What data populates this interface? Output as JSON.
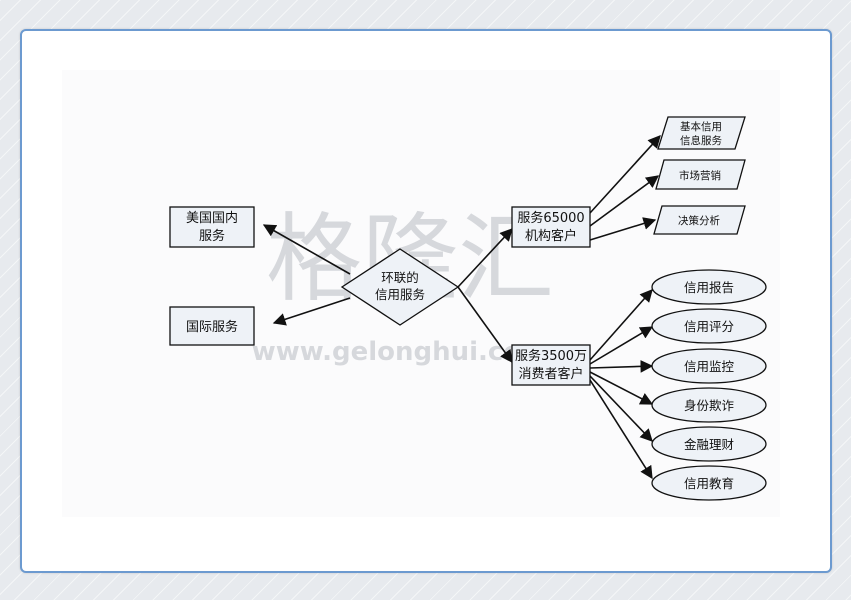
{
  "watermark": {
    "text_cn": "格隆汇",
    "text_url": "www.gelonghui.com"
  },
  "diagram": {
    "center": "环联的\n信用服务",
    "left_nodes": [
      "美国国内\n服务",
      "国际服务"
    ],
    "institutional": "服务65000\n机构客户",
    "consumer": "服务3500万\n消费者客户",
    "institutional_services": [
      "基本信用\n信息服务",
      "市场营销",
      "决策分析"
    ],
    "consumer_services": [
      "信用报告",
      "信用评分",
      "信用监控",
      "身份欺诈",
      "金融理财",
      "信用教育"
    ]
  },
  "colors": {
    "node_fill": "#eef2f7",
    "stroke": "#111111",
    "frame_border": "#6c9ad0"
  }
}
